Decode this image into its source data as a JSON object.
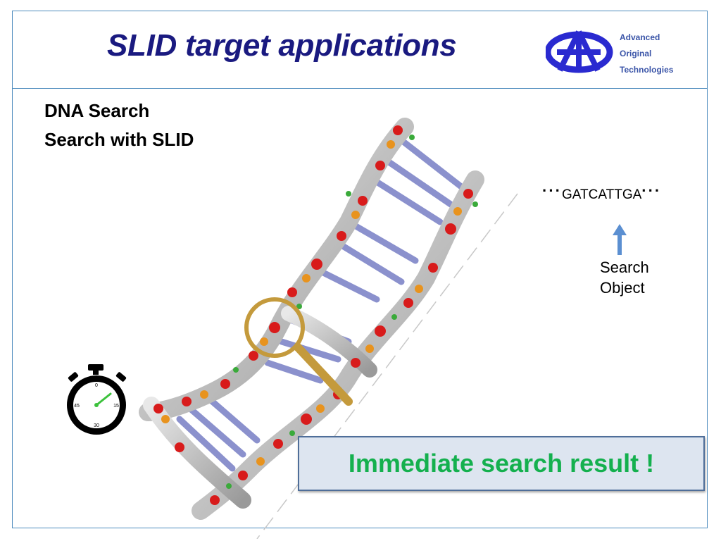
{
  "slide": {
    "title": "SLID target applications",
    "logo": {
      "line1": "Advanced",
      "line2": "Original",
      "line3": "Technologies",
      "icon": "aot-logo-icon",
      "color": "#3b55a8"
    },
    "subtitle_line1": "DNA Search",
    "subtitle_line2": "Search with SLID",
    "sequence": {
      "leading": "···",
      "text": "GATCATTGA",
      "trailing": "···"
    },
    "search_object_line1": "Search",
    "search_object_line2": "Object",
    "result_text": "Immediate search result !",
    "colors": {
      "title": "#1a1a80",
      "frame": "#4d8bbd",
      "result_text": "#14b04e",
      "result_bg": "#dde5f0",
      "arrow": "#5b8fd1"
    },
    "icons": [
      "dna-helix-illustration",
      "magnifier-icon",
      "stopwatch-icon",
      "up-arrow-icon"
    ]
  }
}
